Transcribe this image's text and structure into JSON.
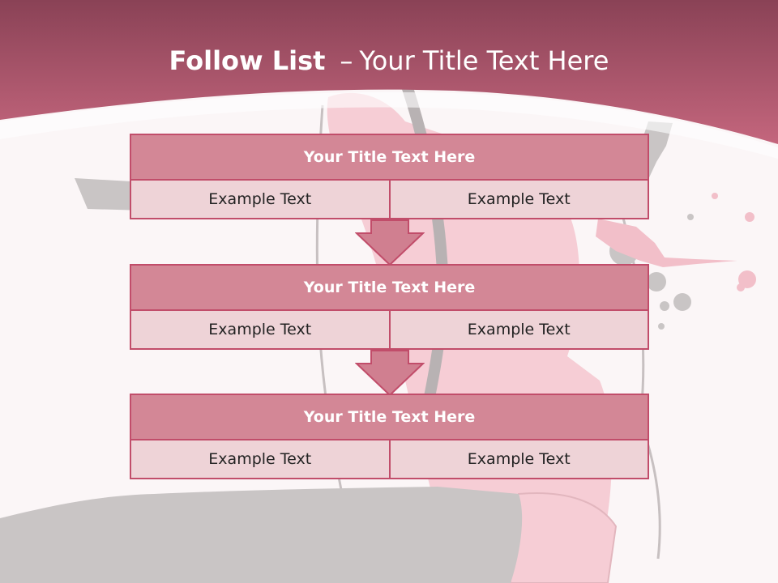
{
  "slide": {
    "title_bold": "Follow List",
    "title_dash": "–",
    "title_rest": "Your Title Text Here"
  },
  "steps": [
    {
      "title": "Your Title Text Here",
      "left": "Example Text",
      "right": "Example Text"
    },
    {
      "title": "Your Title Text Here",
      "left": "Example Text",
      "right": "Example Text"
    },
    {
      "title": "Your Title Text Here",
      "left": "Example Text",
      "right": "Example Text"
    }
  ],
  "colors": {
    "header_band": "#b9556f",
    "block_title_fill": "#d38796",
    "block_cell_fill": "#eed3d7",
    "border": "#c14d6a",
    "arrow_fill": "#d07f90",
    "illustration_gray": "#c9c5c5",
    "illustration_pink": "#f4c6cf"
  }
}
